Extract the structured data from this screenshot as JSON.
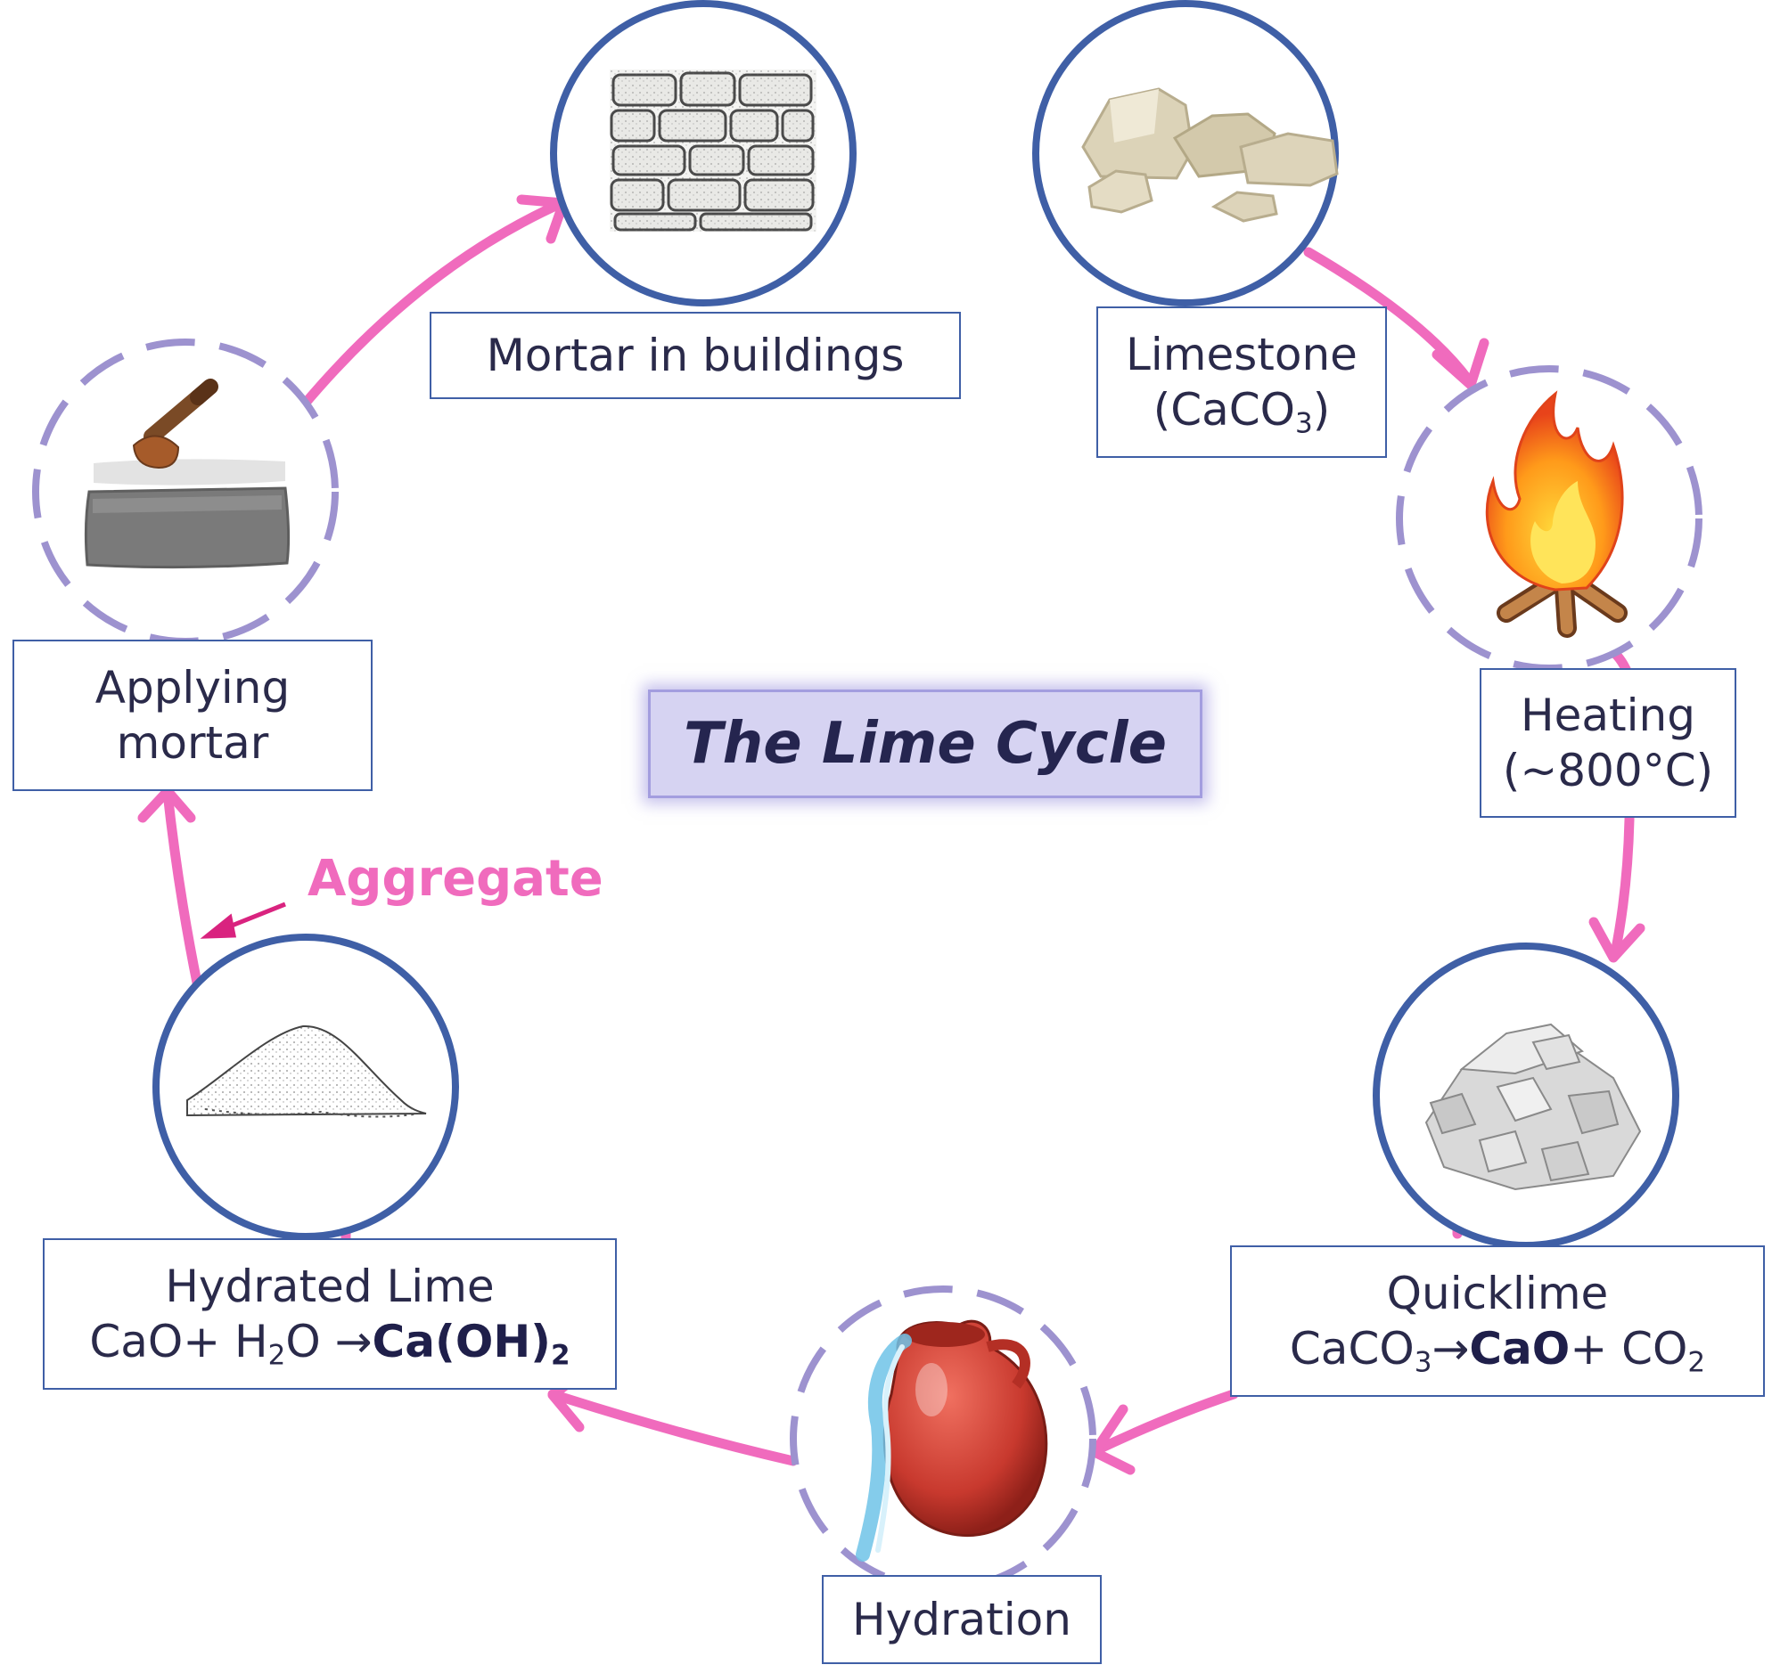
{
  "title": "The Lime Cycle",
  "colors": {
    "arrow": "#f06bbd",
    "solid_circle": "#3f5fa6",
    "dashed_circle": "#9d92cf",
    "title_fill": "#d6d3f2",
    "label_border": "#3f5fa6",
    "text": "#2a2a4a"
  },
  "stages": {
    "limestone": {
      "line1": "Limestone",
      "line2_pre": "(CaCO",
      "line2_sub": "3",
      "line2_post": ")",
      "icon": "limestone-rocks-icon"
    },
    "heating": {
      "line1": "Heating",
      "line2": "(~800°C)",
      "icon": "fire-icon"
    },
    "quicklime": {
      "line1": "Quicklime",
      "eq_reactant": "CaCO",
      "eq_reactant_sub": "3",
      "eq_arrow": "→",
      "eq_product": "CaO",
      "eq_rest": "+ CO",
      "eq_rest_sub": "2",
      "icon": "quicklime-lumps-icon"
    },
    "hydration": {
      "line1": "Hydration",
      "icon": "water-jug-icon"
    },
    "hydrated_lime": {
      "line1": "Hydrated Lime",
      "eq_pre": "CaO+ H",
      "eq_pre_sub": "2",
      "eq_mid": "O →",
      "eq_product": "Ca(OH)",
      "eq_product_sub": "2",
      "icon": "powder-pile-icon"
    },
    "applying_mortar": {
      "line1": "Applying",
      "line2": "mortar",
      "icon": "trowel-brick-icon"
    },
    "mortar_buildings": {
      "line1": "Mortar in buildings",
      "icon": "stone-wall-icon"
    }
  },
  "aggregate_label": "Aggregate"
}
